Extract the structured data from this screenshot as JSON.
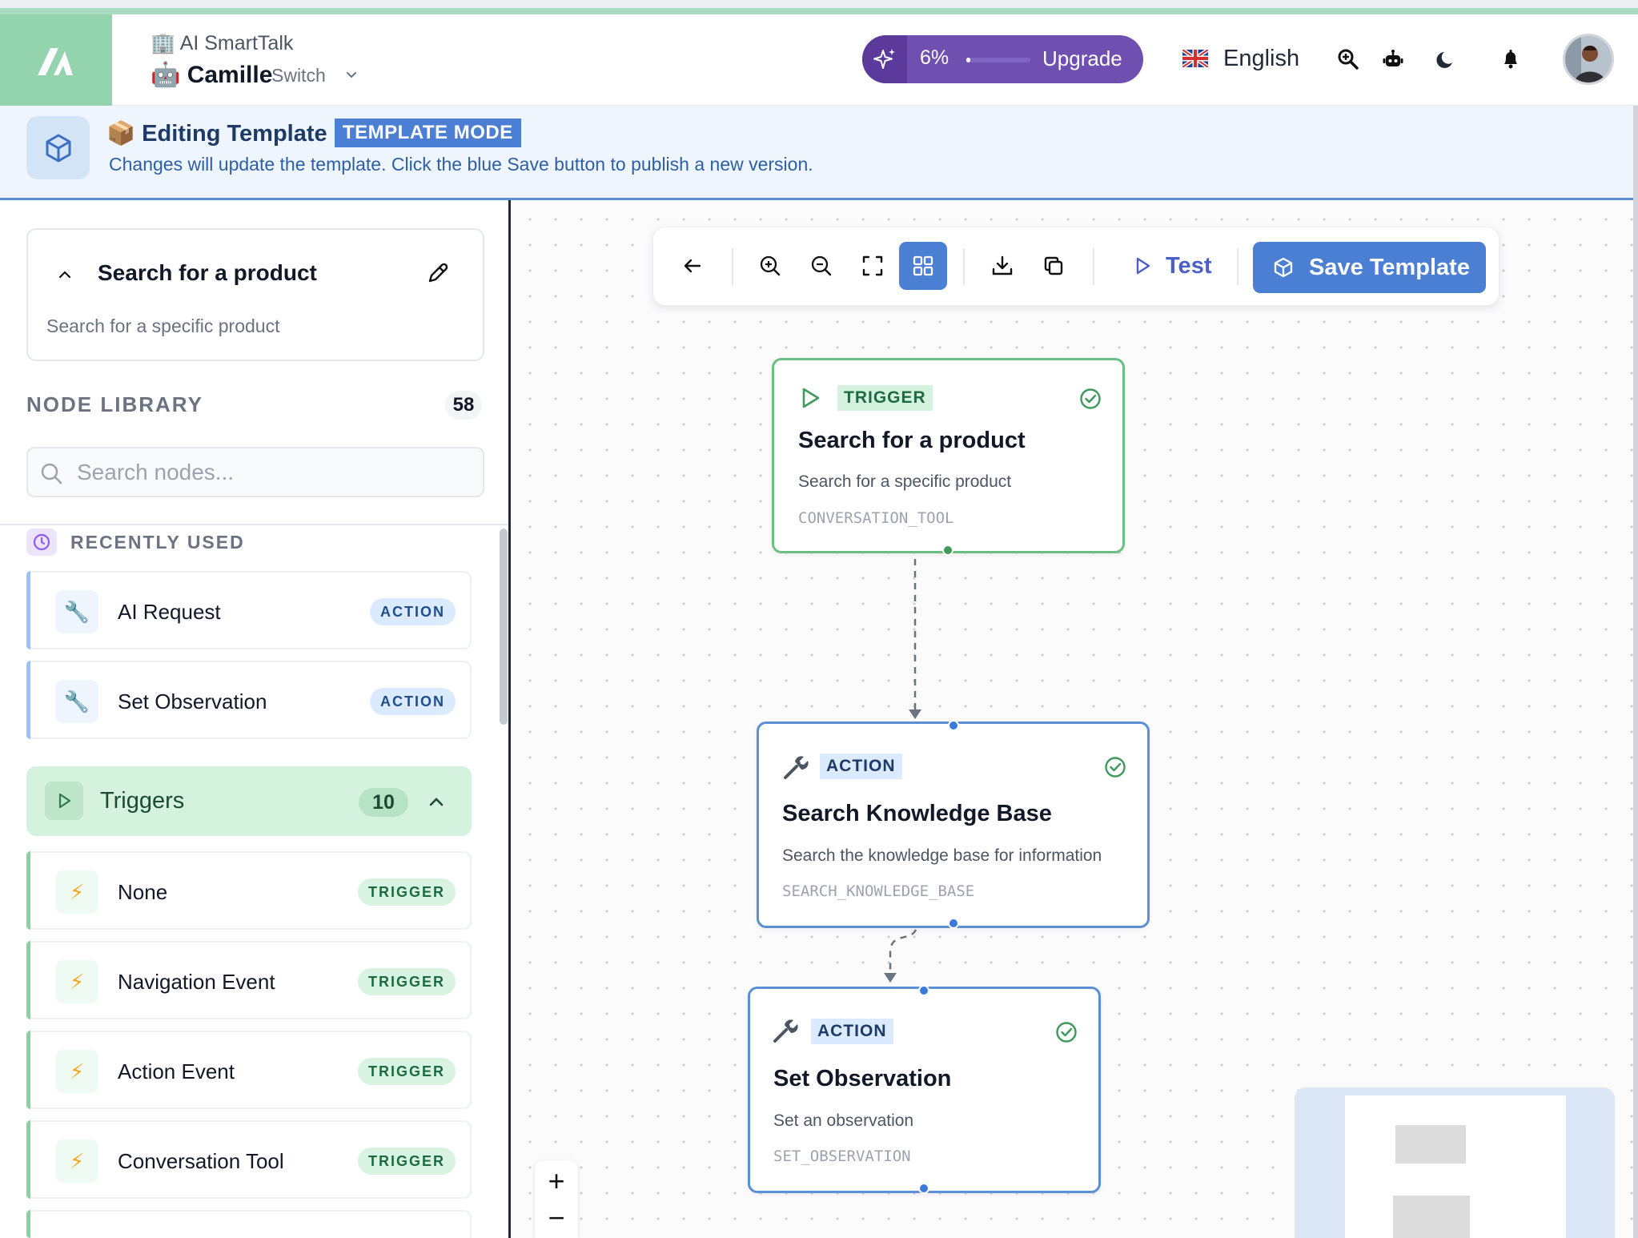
{
  "header": {
    "org_icon": "building-emoji",
    "org_name": "🏢 AI SmartTalk",
    "workspace_name": "🤖 Camille",
    "switch_label": "Switch",
    "usage_percent_text": "6%",
    "usage_fraction": 0.06,
    "upgrade_label": "Upgrade",
    "language_label": "English",
    "icons": [
      "search-zoom-icon",
      "robot-icon",
      "moon-icon",
      "bell-icon"
    ]
  },
  "banner": {
    "title": "📦 Editing Template",
    "mode_badge": "TEMPLATE MODE",
    "description": "Changes will update the template. Click the blue Save button to publish a new version."
  },
  "sidebar": {
    "flow": {
      "title": "Search for a product",
      "description": "Search for a specific product"
    },
    "library_title": "NODE LIBRARY",
    "library_count": "58",
    "search_placeholder": "Search nodes...",
    "recent_title": "RECENTLY USED",
    "recent_items": [
      {
        "label": "AI Request",
        "tag": "ACTION"
      },
      {
        "label": "Set Observation",
        "tag": "ACTION"
      }
    ],
    "triggers_group": {
      "label": "Triggers",
      "count": "10"
    },
    "trigger_items": [
      {
        "label": "None",
        "tag": "TRIGGER"
      },
      {
        "label": "Navigation Event",
        "tag": "TRIGGER"
      },
      {
        "label": "Action Event",
        "tag": "TRIGGER"
      },
      {
        "label": "Conversation Tool",
        "tag": "TRIGGER"
      }
    ]
  },
  "toolbar": {
    "test_label": "Test",
    "save_label": "Save Template"
  },
  "nodes": [
    {
      "type": "TRIGGER",
      "title": "Search for a product",
      "description": "Search for a specific product",
      "code": "CONVERSATION_TOOL"
    },
    {
      "type": "ACTION",
      "title": "Search Knowledge Base",
      "description": "Search the knowledge base for information",
      "code": "SEARCH_KNOWLEDGE_BASE"
    },
    {
      "type": "ACTION",
      "title": "Set Observation",
      "description": "Set an observation",
      "code": "SET_OBSERVATION"
    }
  ],
  "zoom_controls": {
    "plus": "+",
    "minus": "−"
  },
  "colors": {
    "accent_blue": "#4a7fd4",
    "trigger_green": "#6bbf82",
    "upgrade_purple": "#6f4fb0",
    "logo_green": "#93d3ad"
  }
}
